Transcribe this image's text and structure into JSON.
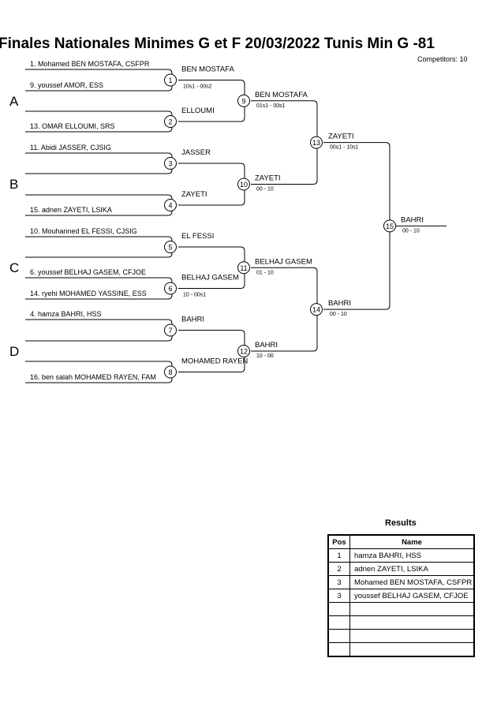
{
  "title": "Finales Nationales Minimes G et F  20/03/2022  Tunis   Min G -81",
  "competitors": "Competitors: 10",
  "groups": [
    "A",
    "B",
    "C",
    "D"
  ],
  "entrants": [
    "1. Mohamed BEN MOSTAFA, CSFPR",
    "9. youssef AMOR, ESS",
    "13. OMAR ELLOUMI, SRS",
    "11. Abidi JASSER, CJSIG",
    "15. adnen ZAYETI, LSIKA",
    "10. Mouhanned EL FESSI, CJSIG",
    "6. youssef BELHAJ GASEM, CFJOE",
    "14. ryehi MOHAMED YASSINE, ESS",
    "4. hamza BAHRI, HSS",
    "16. ben salah MOHAMED RAYEN, FAM"
  ],
  "matches": [
    {
      "number": "1",
      "winner": "BEN MOSTAFA",
      "score": "10s1 - 00s2"
    },
    {
      "number": "2",
      "winner": "ELLOUMI",
      "score": ""
    },
    {
      "number": "3",
      "winner": "JASSER",
      "score": ""
    },
    {
      "number": "4",
      "winner": "ZAYETI",
      "score": ""
    },
    {
      "number": "5",
      "winner": "EL FESSI",
      "score": ""
    },
    {
      "number": "6",
      "winner": "BELHAJ GASEM",
      "score": "10 - 00s1"
    },
    {
      "number": "7",
      "winner": "BAHRI",
      "score": ""
    },
    {
      "number": "8",
      "winner": "MOHAMED RAYEN",
      "score": ""
    },
    {
      "number": "9",
      "winner": "BEN MOSTAFA",
      "score": "01s1 - 00s1"
    },
    {
      "number": "10",
      "winner": "ZAYETI",
      "score": "00 - 10"
    },
    {
      "number": "11",
      "winner": "BELHAJ GASEM",
      "score": "01 - 10"
    },
    {
      "number": "12",
      "winner": "BAHRI",
      "score": "10 - 00"
    },
    {
      "number": "13",
      "winner": "ZAYETI",
      "score": "00s1 - 10s1"
    },
    {
      "number": "14",
      "winner": "BAHRI",
      "score": "00 - 10"
    },
    {
      "number": "15",
      "winner": "BAHRI",
      "score": "00 - 10"
    }
  ],
  "results": {
    "title": "Results",
    "headers": [
      "Pos",
      "Name"
    ],
    "rows": [
      {
        "pos": "1",
        "name": "hamza BAHRI, HSS"
      },
      {
        "pos": "2",
        "name": "adnen ZAYETI, LSIKA"
      },
      {
        "pos": "3",
        "name": "Mohamed BEN MOSTAFA, CSFPR"
      },
      {
        "pos": "3",
        "name": "youssef BELHAJ GASEM, CFJOE"
      },
      {
        "pos": "",
        "name": ""
      },
      {
        "pos": "",
        "name": ""
      },
      {
        "pos": "",
        "name": ""
      },
      {
        "pos": "",
        "name": ""
      }
    ]
  }
}
